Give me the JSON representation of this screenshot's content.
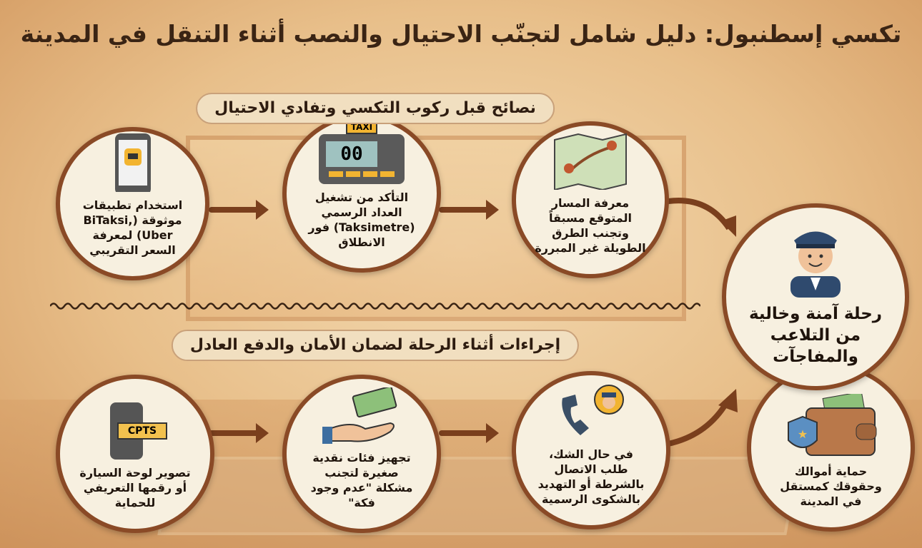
{
  "title": "تكسي إسطنبول: دليل شامل لتجنّب الاحتيال والنصب أثناء التنقل في المدينة",
  "sections": {
    "before": {
      "heading": "نصائح قبل ركوب التكسي وتفادي الاحتيال",
      "steps": [
        {
          "icon": "smartphone-taxi-app-icon",
          "text": "استخدام تطبيقات موثوقة (BiTaksi, Uber) لمعرفة السعر التقريبي"
        },
        {
          "icon": "taxi-meter-icon",
          "meter_label": "TAXI",
          "meter_value": "00",
          "text": "التأكد من تشغيل العداد الرسمي (Taksimetre) فور الانطلاق"
        },
        {
          "icon": "map-route-icon",
          "text": "معرفة المسار المتوقع مسبقاً وتجنب الطرق الطويلة غير المبررة"
        }
      ]
    },
    "during": {
      "heading": "إجراءات أثناء الرحلة لضمان الأمان والدفع العادل",
      "steps": [
        {
          "icon": "license-plate-photo-icon",
          "plate_text": "CPTS",
          "text": "تصوير لوحة السيارة أو رقمها التعريفي للحماية"
        },
        {
          "icon": "cash-hand-icon",
          "text": "تجهيز فئات نقدية صغيرة لتجنب مشكلة \"عدم وجود فكة\""
        },
        {
          "icon": "phone-police-icon",
          "text": "في حال الشك، طلب الاتصال بالشرطة أو التهديد بالشكوى الرسمية"
        }
      ]
    }
  },
  "outcomes": [
    {
      "icon": "driver-icon",
      "text": "رحلة آمنة وخالية من التلاعب والمفاجآت"
    },
    {
      "icon": "wallet-badge-icon",
      "text": "حماية أموالك وحقوقك كمستقل في المدينة"
    }
  ],
  "colors": {
    "ring": "#8a4a26",
    "arrow": "#7a3f1d",
    "circle_fill": "#f7f0e0"
  }
}
